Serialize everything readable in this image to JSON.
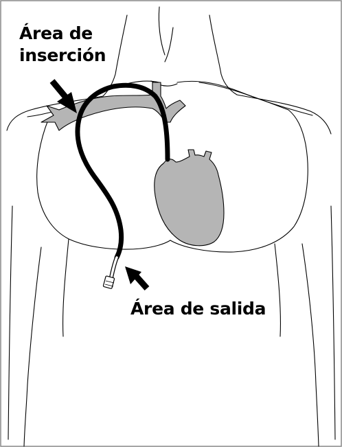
{
  "labels": {
    "insertion_line1": "Área de",
    "insertion_line2": "inserción",
    "exit": "Área de salida"
  },
  "colors": {
    "outline": "#000000",
    "organ_fill": "#b5b5b5",
    "background": "#ffffff",
    "frame_border": "#888888"
  }
}
